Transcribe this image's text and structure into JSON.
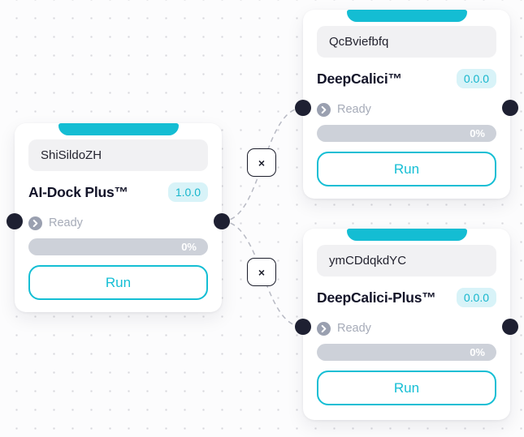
{
  "colors": {
    "accent": "#14bdd3",
    "badge_bg": "#d8f3f8",
    "badge_text": "#16b6cc",
    "handle": "#1e2032",
    "progress_track": "#cdd1d9",
    "edge": "#b8bac4",
    "canvas_dot": "#d7d7dc"
  },
  "nodes": [
    {
      "id": "ai-dock-plus",
      "input_value": "ShiSildoZH",
      "title": "AI-Dock Plus™",
      "version": "1.0.0",
      "status": "Ready",
      "status_icon": "chevron-right-circle",
      "progress": "0%",
      "run_label": "Run"
    },
    {
      "id": "deepcalici",
      "input_value": "QcBviefbfq",
      "title": "DeepCalici™",
      "version": "0.0.0",
      "status": "Ready",
      "status_icon": "chevron-right-circle",
      "progress": "0%",
      "run_label": "Run"
    },
    {
      "id": "deepcalici-plus",
      "input_value": "ymCDdqkdYC",
      "title": "DeepCalici-Plus™",
      "version": "0.0.0",
      "status": "Ready",
      "status_icon": "chevron-right-circle",
      "progress": "0%",
      "run_label": "Run"
    }
  ],
  "edges": [
    {
      "from": "ai-dock-plus",
      "to": "deepcalici",
      "remove_label": "×"
    },
    {
      "from": "ai-dock-plus",
      "to": "deepcalici-plus",
      "remove_label": "×"
    }
  ]
}
